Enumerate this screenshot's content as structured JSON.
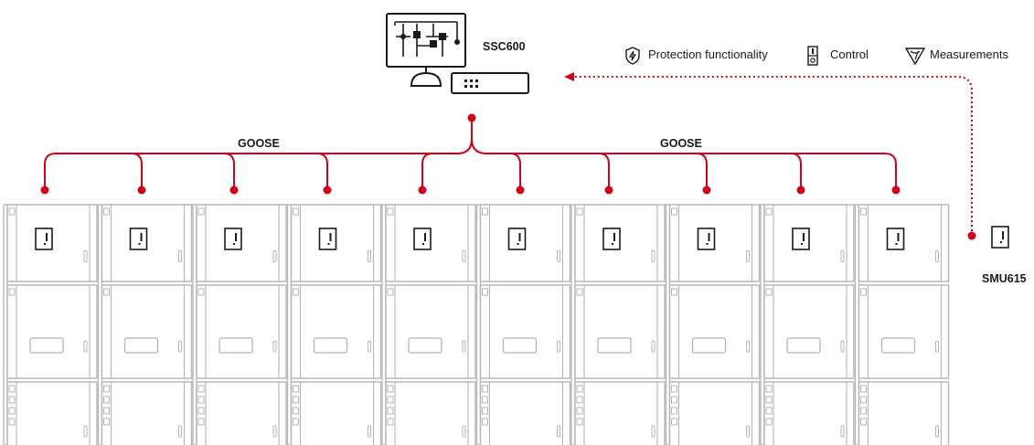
{
  "system_label": "SSC600",
  "goose_labels": [
    "GOOSE",
    "GOOSE"
  ],
  "external_unit_label": "SMU615",
  "legend": [
    {
      "icon": "protection-icon",
      "label": "Protection functionality"
    },
    {
      "icon": "control-icon",
      "label": "Control"
    },
    {
      "icon": "measurements-icon",
      "label": "Measurements"
    }
  ],
  "colors": {
    "accent": "#d0021b",
    "outline": "#1a1a1a",
    "cabinet": "#b5b5b5"
  },
  "switchgear": {
    "panel_count": 10,
    "rows": 3
  }
}
